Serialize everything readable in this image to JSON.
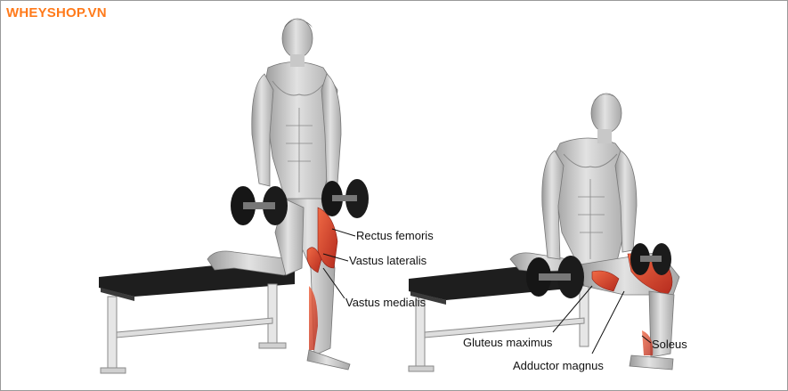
{
  "brand": {
    "logo_text": "WHEYSHOP.VN",
    "logo_color": "#ff7a1a"
  },
  "muscles_highlight_color": "#d9462f",
  "labels": {
    "rectus_femoris": "Rectus femoris",
    "vastus_lateralis": "Vastus lateralis",
    "vastus_medialis": "Vastus medialis",
    "gluteus_maximus": "Gluteus maximus",
    "adductor_magnus": "Adductor magnus",
    "soleus": "Soleus"
  }
}
